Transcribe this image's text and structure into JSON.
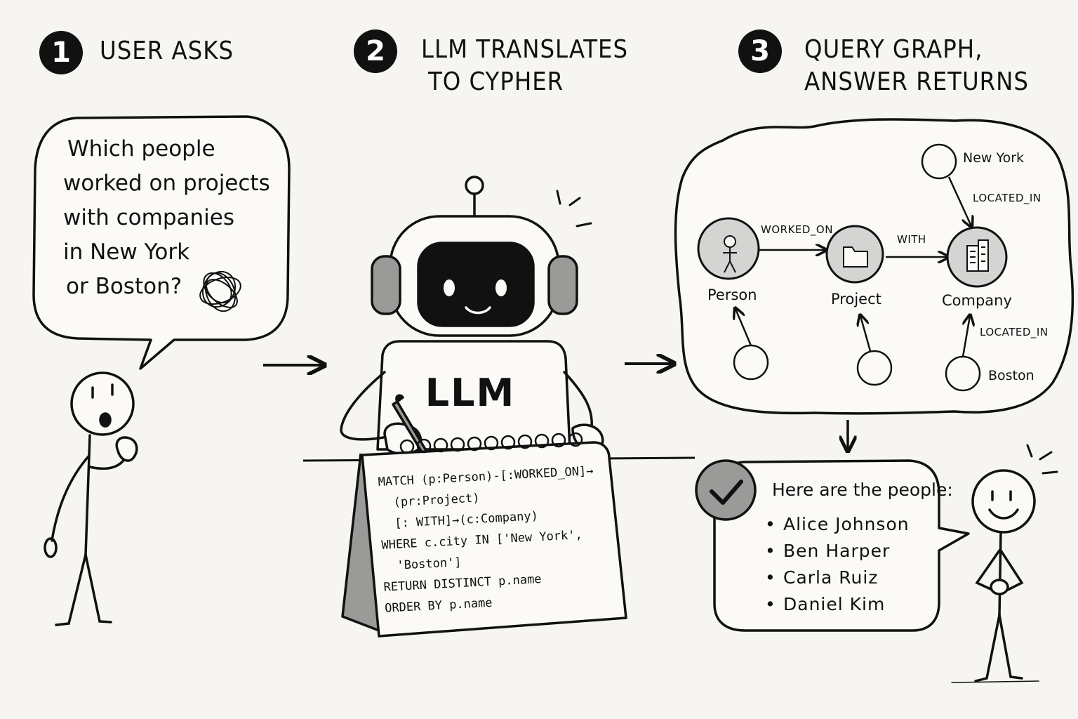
{
  "steps": [
    {
      "number": "1",
      "title_lines": [
        "USER ASKS"
      ]
    },
    {
      "number": "2",
      "title_lines": [
        "LLM TRANSLATES",
        "TO CYPHER"
      ]
    },
    {
      "number": "3",
      "title_lines": [
        "QUERY GRAPH,",
        "ANSWER RETURNS"
      ]
    }
  ],
  "question": {
    "lines": [
      "Which people",
      "worked on projects",
      "with companies",
      "in New York",
      "or Boston?"
    ]
  },
  "llm": {
    "label": "LLM",
    "cypher_lines": [
      "MATCH (p:Person)-[:WORKED_ON]→",
      "  (pr:Project)",
      "  [: WITH]→(c:Company)",
      "WHERE c.city IN ['New York',",
      "  'Boston']",
      "RETURN DISTINCT p.name",
      "ORDER BY p.name"
    ]
  },
  "graph": {
    "nodes": {
      "person": "Person",
      "project": "Project",
      "company": "Company",
      "new_york": "New York",
      "boston": "Boston"
    },
    "edges": {
      "worked_on": "WORKED_ON",
      "with": "WITH",
      "located_in_top": "LOCATED_IN",
      "located_in_bottom": "LOCATED_IN"
    }
  },
  "answer": {
    "title": "Here are the people:",
    "people": [
      "Alice Johnson",
      "Ben Harper",
      "Carla Ruiz",
      "Daniel Kim"
    ]
  },
  "colors": {
    "ink": "#111111",
    "paper": "#f6f5f1",
    "node_fill": "#d4d4d2",
    "shade": "#9a9a98"
  },
  "icons": [
    "person-icon",
    "folder-icon",
    "building-icon",
    "checkmark-icon",
    "scribble-icon",
    "arrow-right-icon",
    "arrow-down-icon"
  ]
}
